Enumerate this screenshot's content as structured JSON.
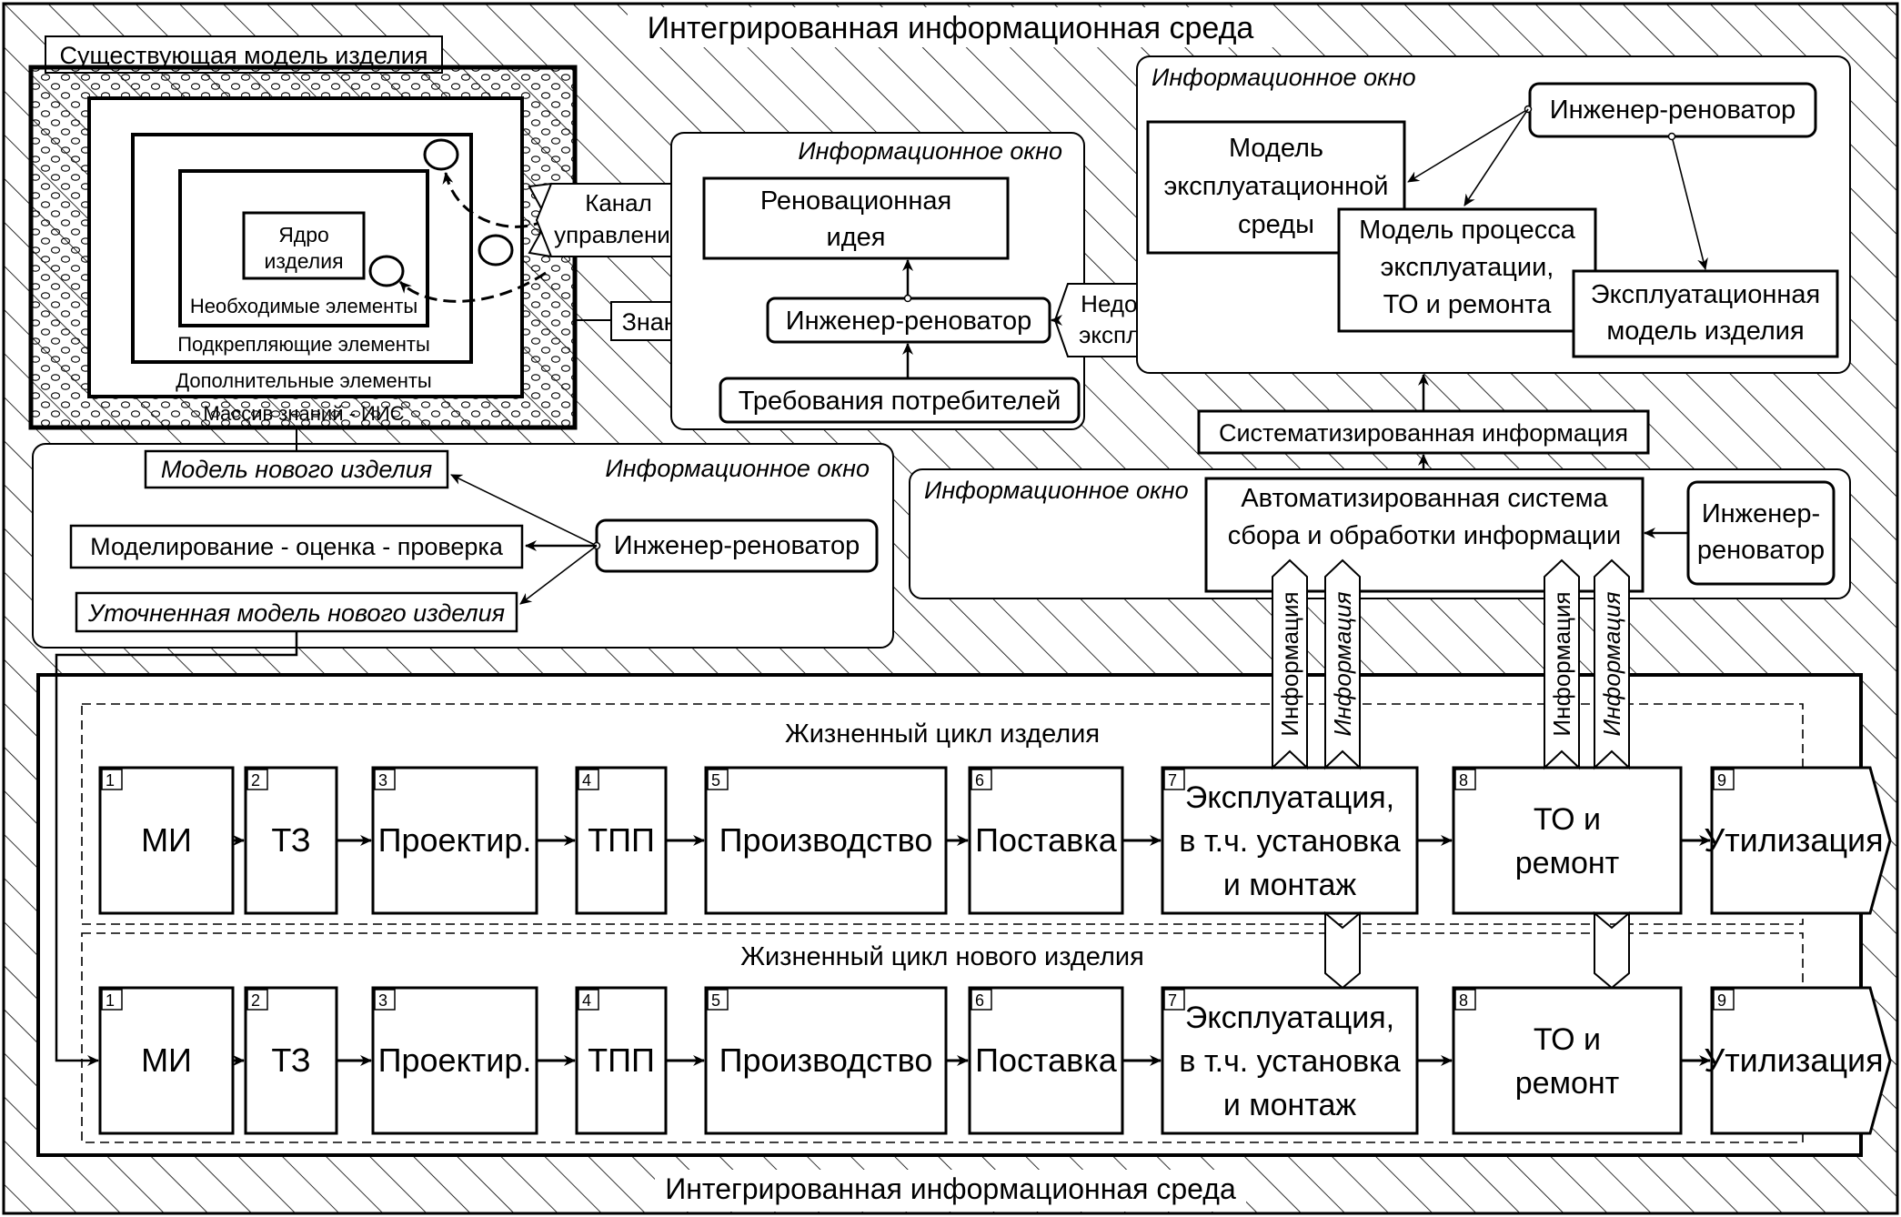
{
  "env": {
    "title_top": "Интегрированная информационная среда",
    "title_bottom": "Интегрированная информационная среда"
  },
  "existing_model": {
    "title": "Существующая модель изделия",
    "core": [
      "Ядро",
      "изделия"
    ],
    "necessary": "Необходимые элементы",
    "reinforcing": "Подкрепляющие элементы",
    "additional": "Дополнительные элементы",
    "knowledge_array": "Массив знаний - ИИС"
  },
  "channel": [
    "Канал",
    "управления"
  ],
  "knowledge": "Знания",
  "window_reno": {
    "label": "Информационное окно",
    "idea": [
      "Реновационная",
      "идея"
    ],
    "engineer": "Инженер-реноватор",
    "requirements": "Требования потребителей",
    "shortcomings": [
      "Недостатки в",
      "эксплуатации"
    ]
  },
  "window_exploit": {
    "label": "Информационное окно",
    "engineer": "Инженер-реноватор",
    "env_model": [
      "Модель",
      "эксплуатационной",
      "среды"
    ],
    "process_model": [
      "Модель процесса",
      "эксплуатации,",
      "ТО и ремонта"
    ],
    "product_model": [
      "Эксплуатационная",
      "модель изделия"
    ]
  },
  "systematized": "Систематизированная информация",
  "window_auto": {
    "label": "Информационное окно",
    "system": [
      "Автоматизированная система",
      "сбора и обработки информации"
    ],
    "engineer": [
      "Инженер-",
      "реноватор"
    ]
  },
  "window_model": {
    "label": "Информационное окно",
    "new_model": "Модель нового изделия",
    "simulation": "Моделирование - оценка - проверка",
    "refined": "Уточненная модель нового изделия",
    "engineer": "Инженер-реноватор"
  },
  "info_label": "Информация",
  "lifecycle": {
    "title": "Жизненный цикл изделия",
    "title_new": "Жизненный цикл нового изделия",
    "stages": [
      {
        "num": "1",
        "lines": [
          "МИ"
        ]
      },
      {
        "num": "2",
        "lines": [
          "ТЗ"
        ]
      },
      {
        "num": "3",
        "lines": [
          "Проектир."
        ]
      },
      {
        "num": "4",
        "lines": [
          "ТПП"
        ]
      },
      {
        "num": "5",
        "lines": [
          "Производство"
        ]
      },
      {
        "num": "6",
        "lines": [
          "Поставка"
        ]
      },
      {
        "num": "7",
        "lines": [
          "Эксплуатация,",
          "в т.ч. установка",
          "и монтаж"
        ]
      },
      {
        "num": "8",
        "lines": [
          "ТО и",
          "ремонт"
        ]
      },
      {
        "num": "9",
        "lines": [
          "Утилизация"
        ]
      }
    ]
  }
}
